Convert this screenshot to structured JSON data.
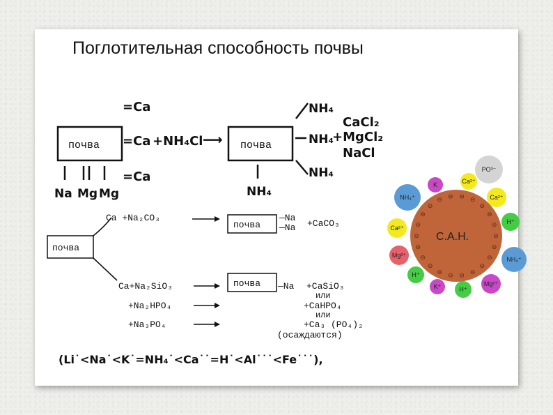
{
  "title": "Поглотительная способность почвы",
  "scheme_top": {
    "soil": "почва",
    "left_bonds": [
      "=Ca",
      "=Ca",
      "=Ca"
    ],
    "left_bottom": [
      "Na",
      "Mg",
      "Mg"
    ],
    "reagent": "+NH₄Cl",
    "arrow": "⟶",
    "right_bonds": [
      "NH₄",
      "NH₄",
      "NH₄"
    ],
    "right_bottom": "NH₄",
    "products": [
      "CaCl₂",
      "+MgCl₂",
      "NaCl"
    ]
  },
  "scheme_bottom": {
    "soil": "почва",
    "rows": [
      {
        "left": "Ca  +Na₂CO₃",
        "right_box": "почва",
        "bonds": [
          "—Na",
          "—Na"
        ],
        "product": "+CaCO₃"
      },
      {
        "left": "Ca+Na₂SiO₃",
        "right_box": "почва",
        "bonds": [
          "—Na"
        ],
        "product": "+CaSiO₃"
      },
      {
        "left": "+Na₂HPO₄",
        "product": "+CaHPO₄"
      },
      {
        "left": "+Na₃PO₄",
        "product": "+Ca₃ (PO₄)₂"
      }
    ],
    "or": [
      "или",
      "или"
    ],
    "note": "(осаждаются)"
  },
  "series": "(Li˙<Na˙<K˙=NH₄˙<Ca˙˙=H˙<Al˙˙˙<Fe˙˙˙),",
  "sac": {
    "core": "С.А.Н.",
    "core_color": "#c0653a",
    "ions": [
      {
        "label": "PO³⁻",
        "color": "#d4d4d4"
      },
      {
        "label": "K",
        "color": "#c848c8"
      },
      {
        "label": "Ca²⁺",
        "color": "#f2ea1c"
      },
      {
        "label": "NH₄⁺",
        "color": "#5b9bd5"
      },
      {
        "label": "Ca²⁺",
        "color": "#f2ea1c"
      },
      {
        "label": "Ca²⁺",
        "color": "#f2ea1c"
      },
      {
        "label": "H⁺",
        "color": "#44cc44"
      },
      {
        "label": "Mg²⁺",
        "color": "#e8606a"
      },
      {
        "label": "NH₄⁺",
        "color": "#5b9bd5"
      },
      {
        "label": "H⁺",
        "color": "#44cc44"
      },
      {
        "label": "K⁺",
        "color": "#c848c8"
      },
      {
        "label": "H⁺",
        "color": "#44cc44"
      },
      {
        "label": "Mg²⁺",
        "color": "#c848c8"
      }
    ],
    "charge": "⊖"
  }
}
